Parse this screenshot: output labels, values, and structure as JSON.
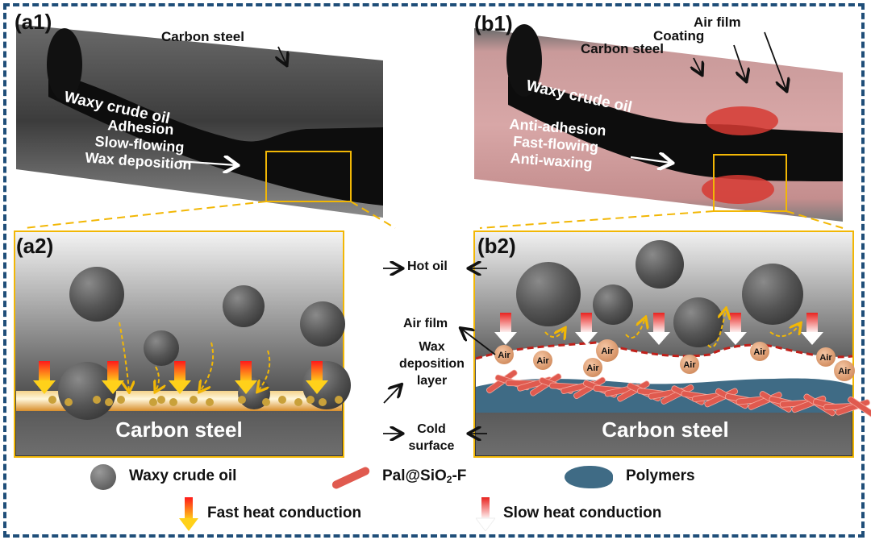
{
  "panels": {
    "a1": {
      "label": "(a1)",
      "carbon_steel": "Carbon steel",
      "oil": "Waxy crude oil",
      "state_lines": [
        "Adhesion",
        "Slow-flowing",
        "Wax deposition"
      ]
    },
    "b1": {
      "label": "(b1)",
      "carbon_steel": "Carbon steel",
      "coating": "Coating",
      "air_film": "Air film",
      "oil": "Waxy crude oil",
      "state_lines": [
        "Anti-adhesion",
        "Fast-flowing",
        "Anti-waxing"
      ]
    },
    "a2": {
      "label": "(a2)",
      "substrate": "Carbon steel"
    },
    "b2": {
      "label": "(b2)",
      "substrate": "Carbon steel",
      "air_bubble": "Air"
    }
  },
  "center_labels": {
    "hot_oil": "Hot oil",
    "air_film": "Air film",
    "wax_layer": [
      "Wax",
      "deposition",
      "layer"
    ],
    "cold_surface": [
      "Cold",
      "surface"
    ]
  },
  "legend": {
    "waxy_crude_oil": "Waxy crude oil",
    "pal_prefix": "Pal@SiO",
    "pal_sub": "2",
    "pal_suffix": "-F",
    "polymers": "Polymers",
    "fast_heat": "Fast heat conduction",
    "slow_heat": "Slow heat conduction"
  },
  "colors": {
    "frame": "#1f4e79",
    "highlight_box": "#f2b705",
    "fast_arrow_top": "#ff1a1a",
    "fast_arrow_bottom": "#ffd11a",
    "slow_arrow_top": "#e8231f",
    "slow_arrow_bottom": "#ffffff",
    "polymer": "#3f6b85",
    "rod": "#e05a4f",
    "air_film_line": "#c0201a"
  }
}
